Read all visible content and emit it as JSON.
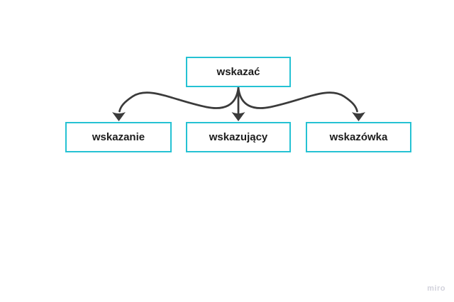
{
  "diagram": {
    "root": {
      "id": "wskazac",
      "label": "wskazać"
    },
    "children": [
      {
        "id": "wskazanie",
        "label": "wskazanie"
      },
      {
        "id": "wskazujacy",
        "label": "wskazujący"
      },
      {
        "id": "wskazowka",
        "label": "wskazówka"
      }
    ],
    "edges": [
      {
        "from": "wskazac",
        "to": "wskazanie"
      },
      {
        "from": "wskazac",
        "to": "wskazujacy"
      },
      {
        "from": "wskazac",
        "to": "wskazowka"
      }
    ],
    "colors": {
      "box_border": "#25c2d3",
      "box_fill": "#ffffff",
      "connector": "#3b3b3b",
      "text": "#1c1c1c",
      "canvas": "#ffffff"
    }
  },
  "watermark": {
    "label": "miro",
    "color": "#d2d2dc"
  }
}
